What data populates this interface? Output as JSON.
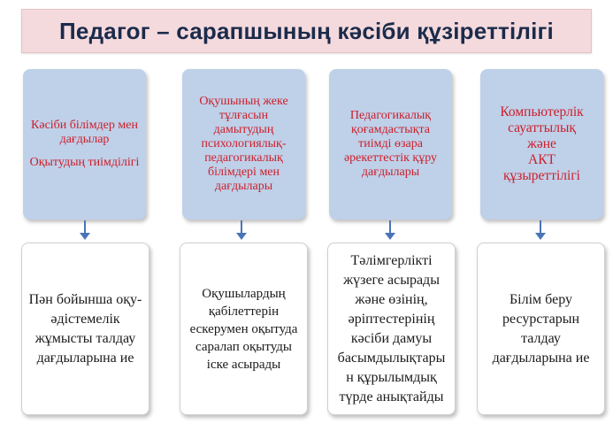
{
  "title": "Педагог – сарапшының кәсіби құзіреттілігі",
  "top_boxes": [
    {
      "lines": [
        "Кәсіби білімдер мен",
        "дағдылар"
      ],
      "lines2": [
        "Оқытудың тиімділігі"
      ]
    },
    {
      "lines": [
        "Оқушының жеке",
        "тұлғасын",
        "дамытудың",
        "психологиялық-",
        "педагогикалық",
        "білімдері мен",
        "дағдылары"
      ]
    },
    {
      "lines": [
        "Педагогикалық",
        "қоғамдастықта",
        "тиімді өзара",
        "әрекеттестік құру",
        "дағдылары"
      ]
    },
    {
      "lines": [
        "Компьютерлік",
        "сауаттылық",
        "және",
        "АКТ",
        "құзыреттілігі"
      ]
    }
  ],
  "bottom_boxes": [
    {
      "lines": [
        "Пән бойынша оқу-",
        "әдістемелік",
        "жұмысты талдау",
        "дағдыларына ие"
      ]
    },
    {
      "lines": [
        "Оқушылардың",
        "қабілеттерін",
        "ескерумен оқытуда",
        "саралап оқытуды",
        "іске асырады"
      ]
    },
    {
      "lines": [
        "Тәлімгерлікті",
        "жүзеге асырады",
        "және өзінің,",
        "әріптестерінің",
        "кәсіби дамуы",
        "басымдылықтары",
        "н құрылымдық",
        "түрде анықтайды"
      ]
    },
    {
      "lines": [
        "Білім беру",
        "ресурстарын",
        "талдау",
        "дағдыларына ие"
      ]
    }
  ],
  "colors": {
    "title_bg": "#f4dadd",
    "title_text": "#1b2b4b",
    "top_box_bg": "#bfd0e9",
    "top_box_text": "#cc1f2a",
    "arrow": "#4a74b8",
    "bottom_box_text": "#1a1a1a"
  }
}
